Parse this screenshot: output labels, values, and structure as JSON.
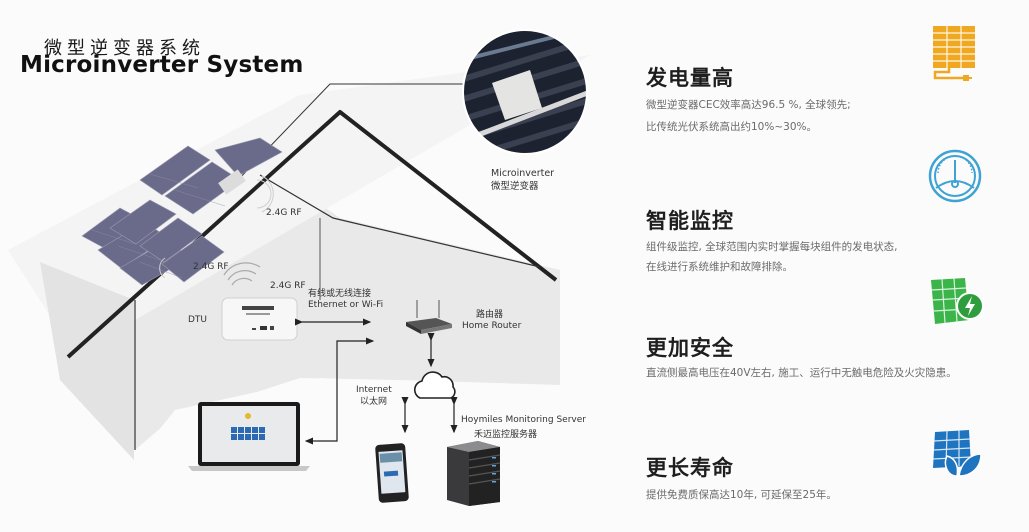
{
  "title": {
    "cn": "微型逆变器系统",
    "en": "Microinverter System"
  },
  "diagram": {
    "microinverter_label_en": "Microinverter",
    "microinverter_label_cn": "微型逆变器",
    "rf_label_1": "2.4G RF",
    "rf_label_2": "2.4G RF",
    "rf_label_3": "2.4G RF",
    "dtu_label": "DTU",
    "connection_label_cn": "有线或无线连接",
    "connection_label_en": "Ethernet or Wi-Fi",
    "router_label_cn": "路由器",
    "router_label_en": "Home Router",
    "internet_label_en": "Internet",
    "internet_label_cn": "以太网",
    "server_label_en": "Hoymiles Monitoring Server",
    "server_label_cn": "禾迈监控服务器"
  },
  "features": [
    {
      "title": "发电量高",
      "lines": [
        "微型逆变器CEC效率高达96.5 %, 全球领先;",
        "比传统光伏系统高出约10%~30%。"
      ],
      "icon": "solar-panel-plug-icon",
      "color": "#f0a823"
    },
    {
      "title": "智能监控",
      "lines": [
        "组件级监控, 全球范围内实时掌握每块组件的发电状态,",
        "在线进行系统维护和故障排除。"
      ],
      "icon": "gauge-icon",
      "color": "#3ea3d3"
    },
    {
      "title": "更加安全",
      "lines": [
        "直流侧最高电压在40V左右, 施工、运行中无触电危险及火灾隐患。"
      ],
      "icon": "solar-panel-lightning-icon",
      "color": "#3bb54a"
    },
    {
      "title": "更长寿命",
      "lines": [
        "提供免费质保高达10年, 可延保至25年。"
      ],
      "icon": "solar-panel-leaf-icon",
      "color": "#1f74c0"
    }
  ]
}
